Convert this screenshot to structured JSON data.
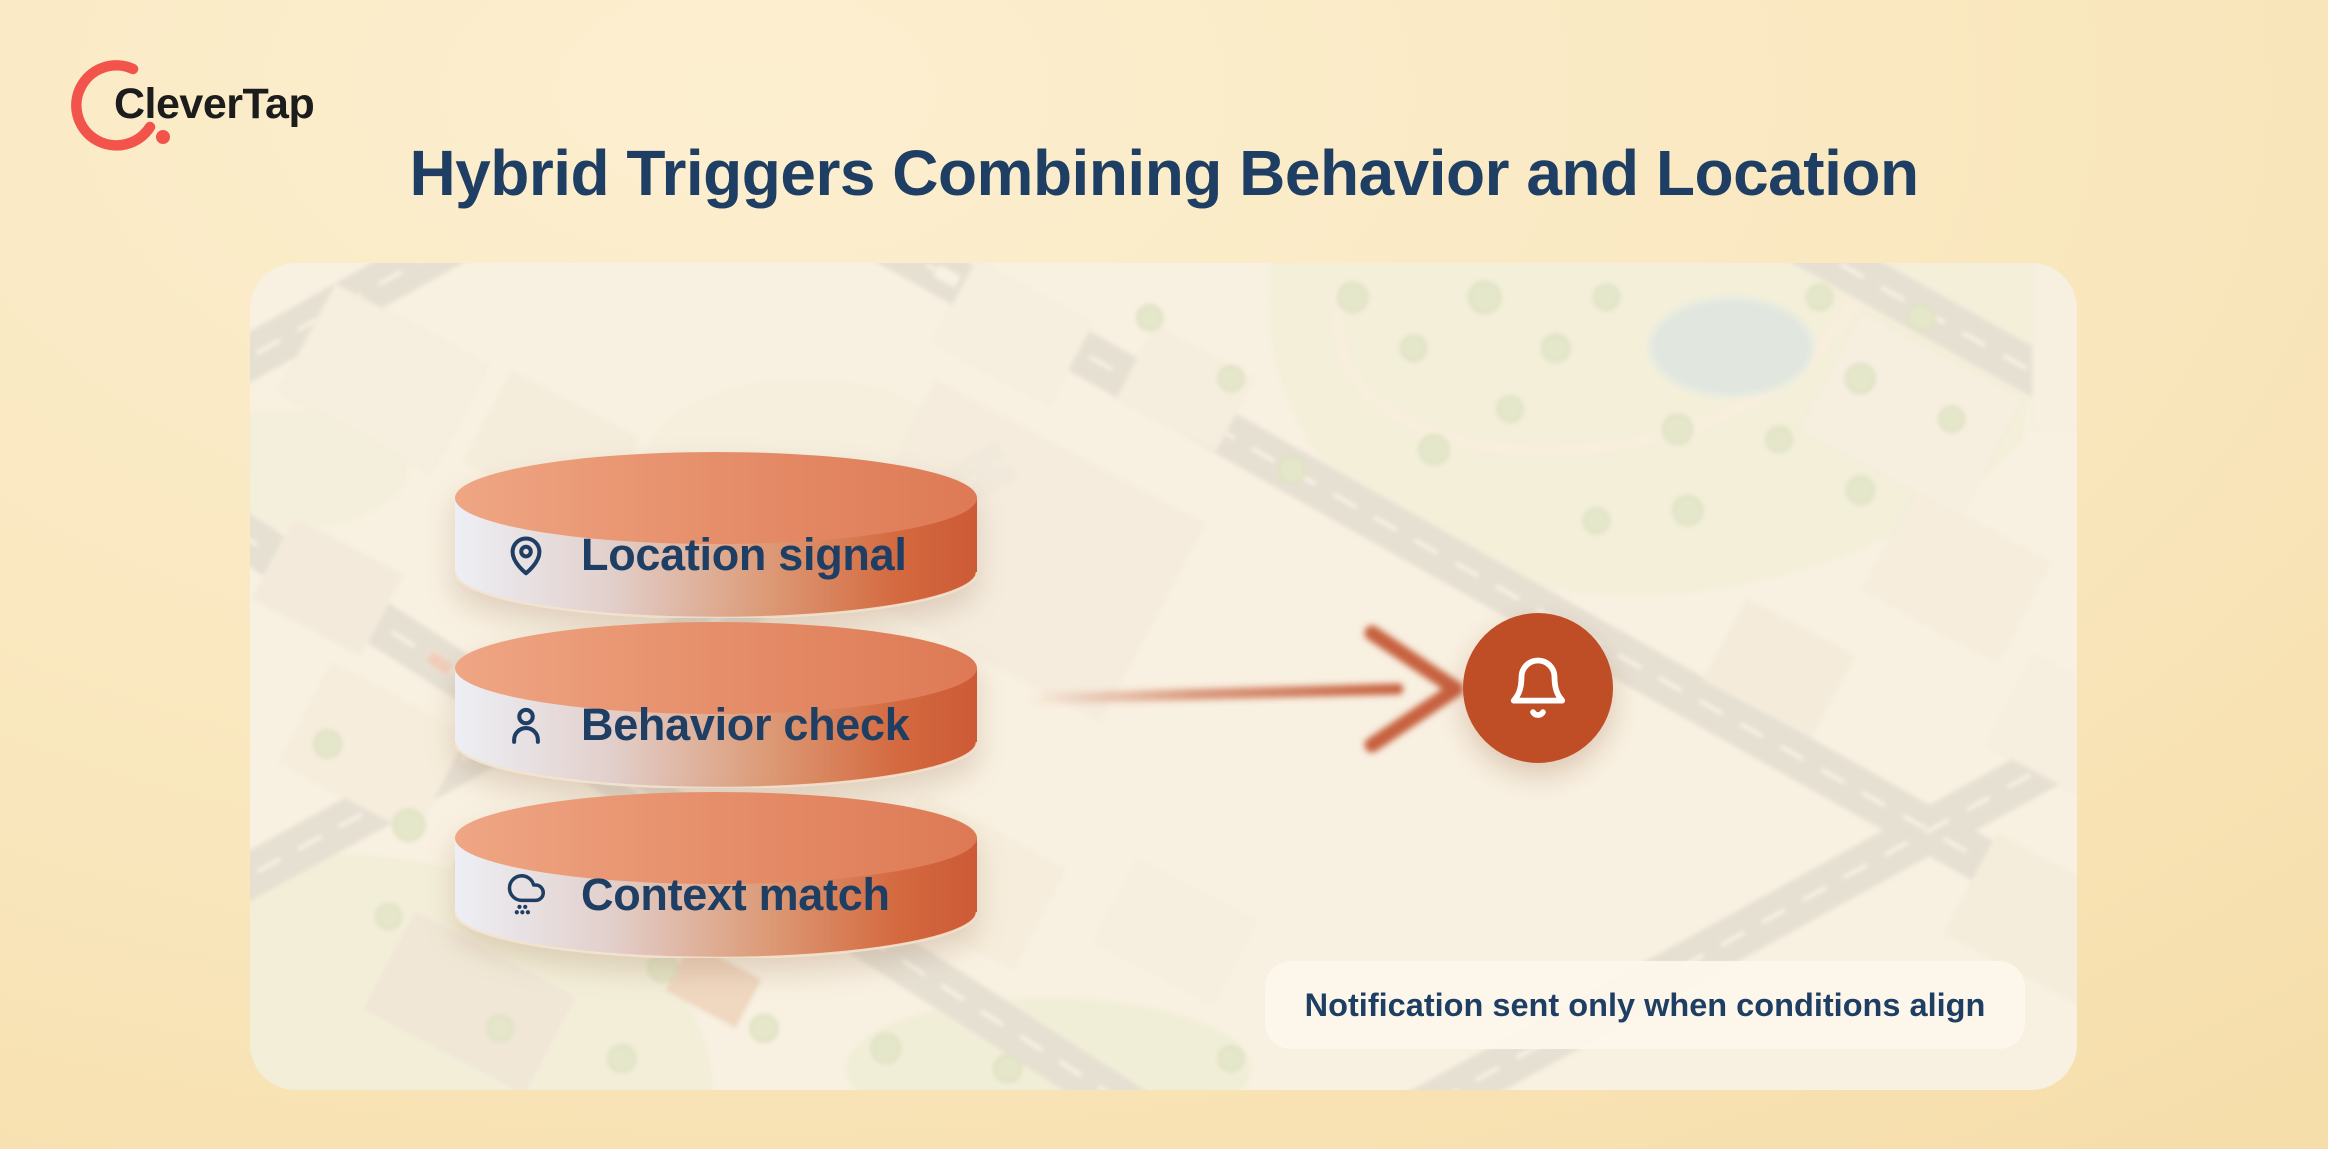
{
  "logo": {
    "text": "CleverTap",
    "mark_color": "#f2544b"
  },
  "title": "Hybrid Triggers Combining Behavior and Location",
  "triggers": [
    {
      "label": "Location signal",
      "icon": "map-pin-icon"
    },
    {
      "label": "Behavior check",
      "icon": "person-icon"
    },
    {
      "label": "Context match",
      "icon": "cloud-drizzle-icon"
    }
  ],
  "notification": {
    "icon": "bell-icon",
    "badge_color": "#bf4e26"
  },
  "caption": {
    "text": "Notification sent only when conditions align"
  },
  "colors": {
    "navy": "#1e3f63",
    "background_gold": "#f7e3b3",
    "cylinder_top_salmon": "#e68e6a",
    "cylinder_right_orange": "#ce5c38",
    "arrow_red": "#c1512c",
    "caption_bg": "#fdf6ea"
  }
}
